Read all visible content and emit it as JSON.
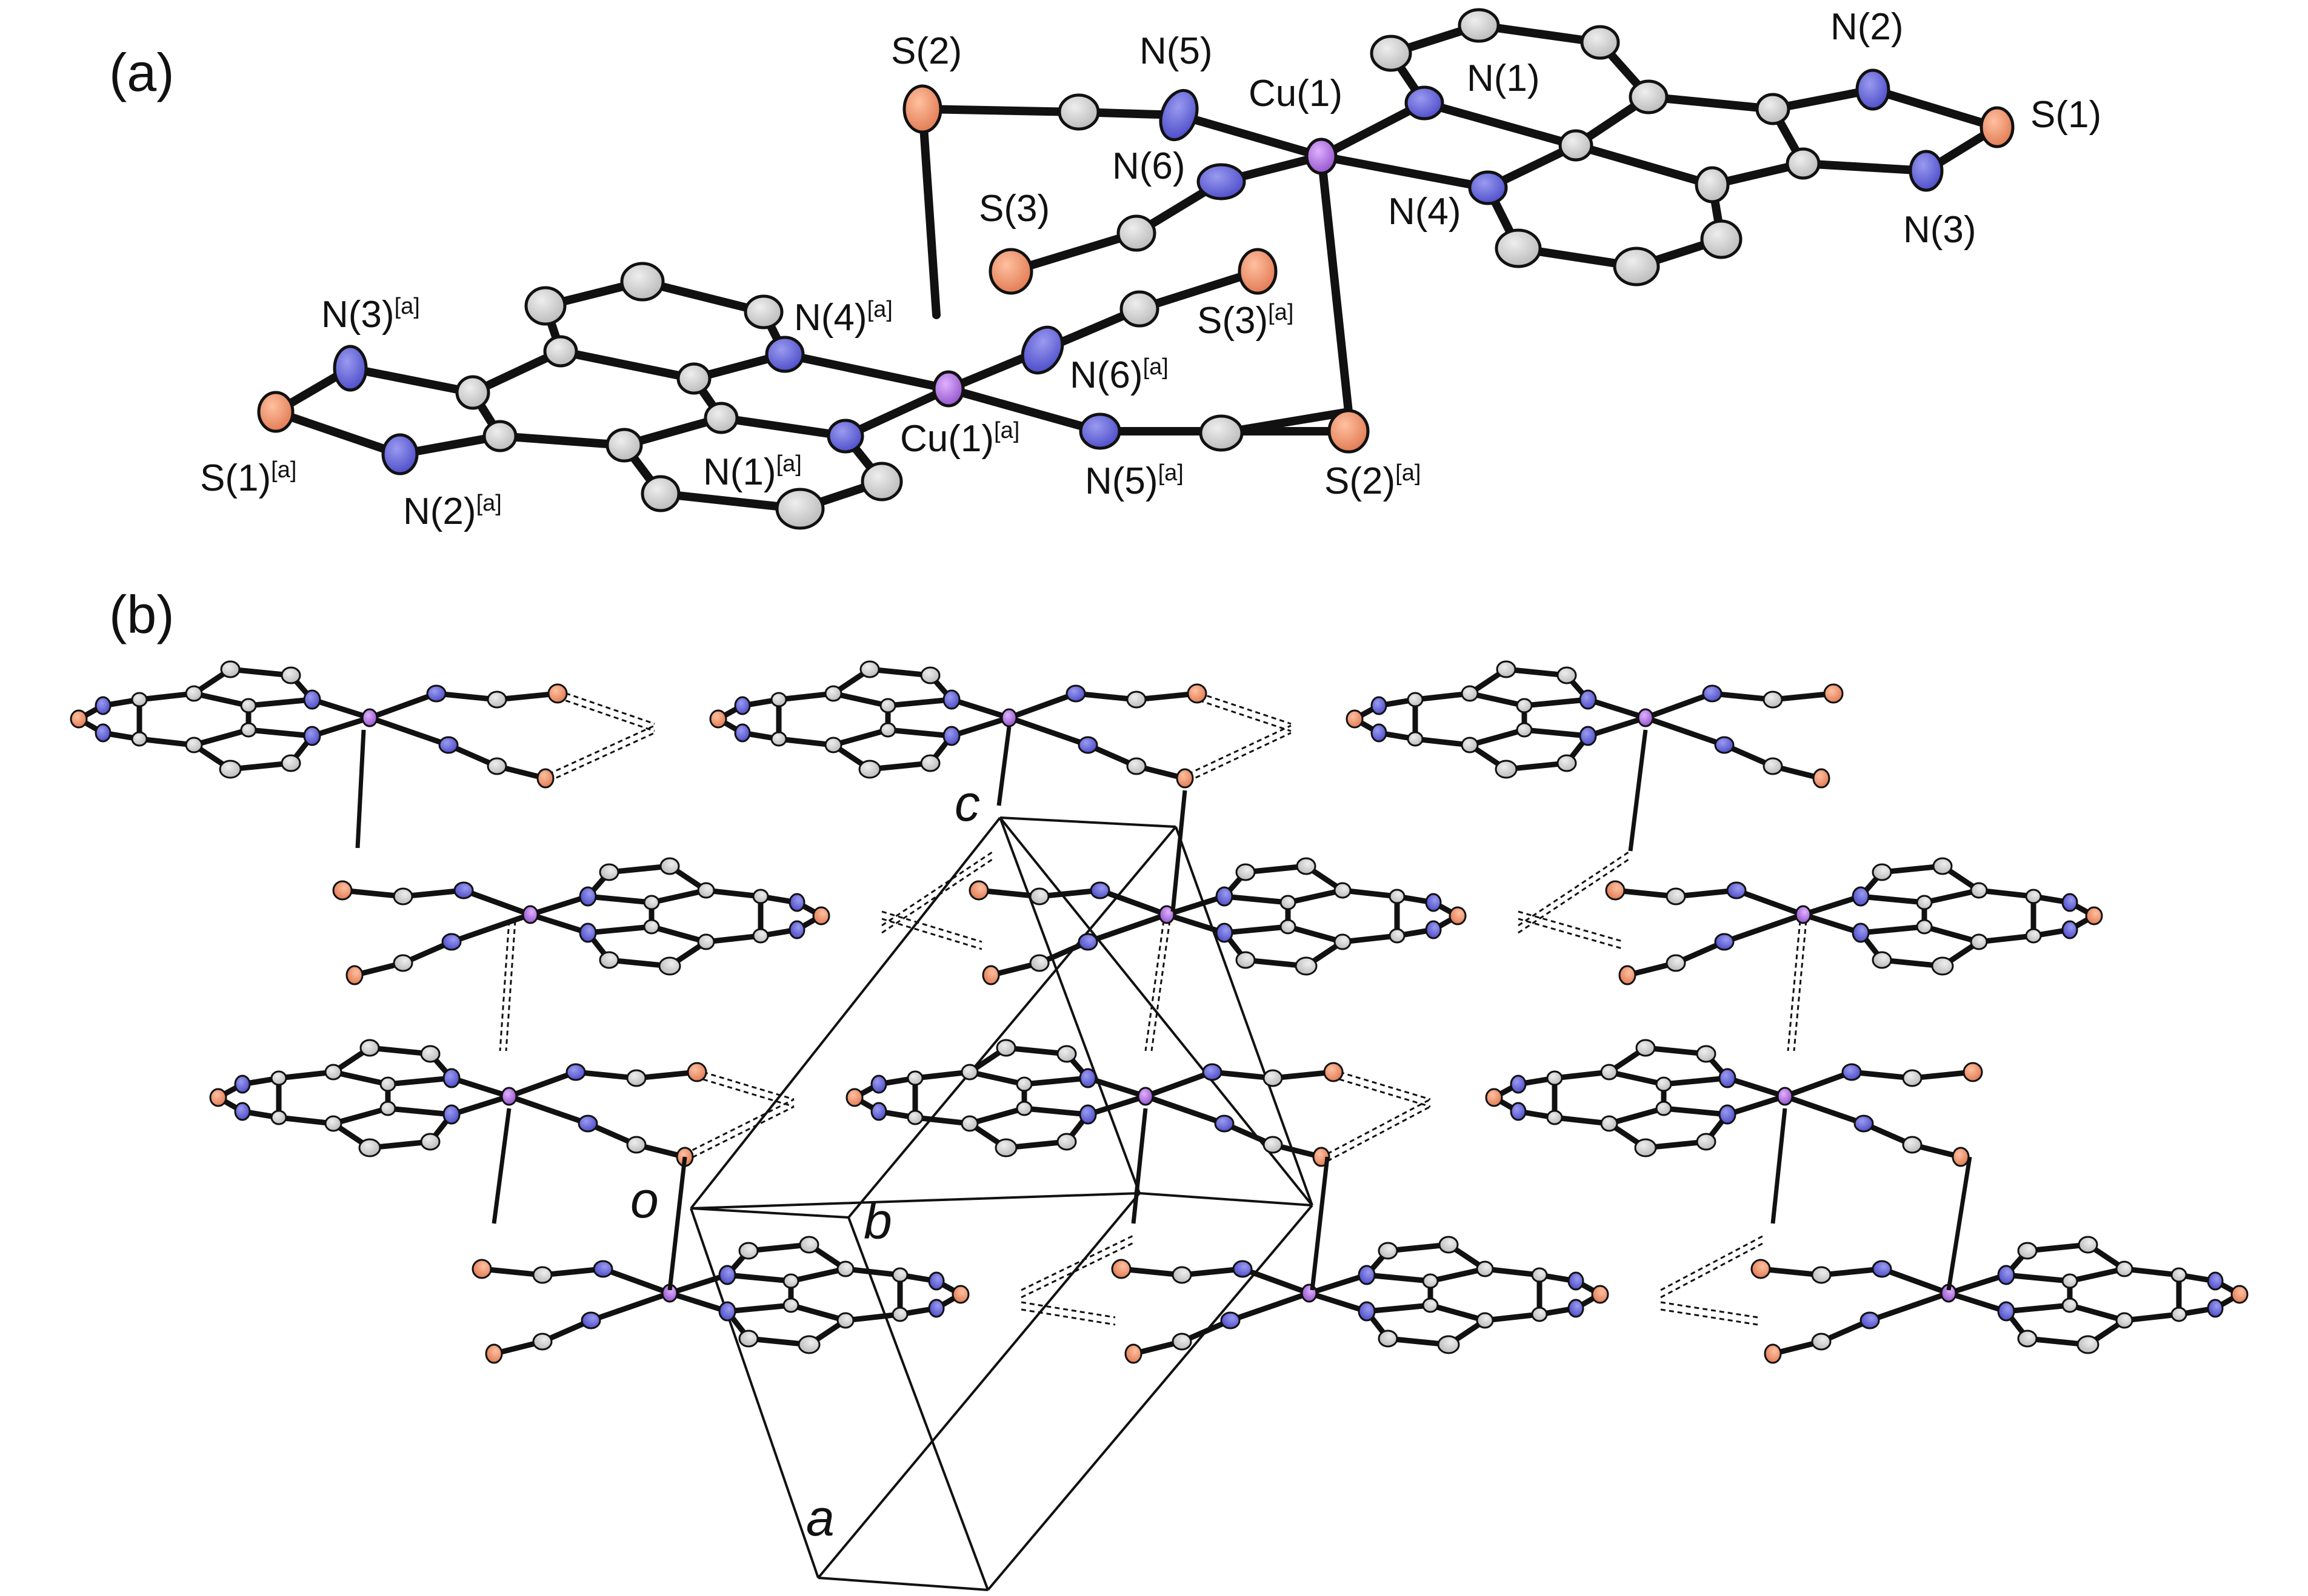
{
  "panels": {
    "a": {
      "label": "(a)"
    },
    "b": {
      "label": "(b)"
    }
  },
  "atom_labels": {
    "S2": {
      "text": "S(2)"
    },
    "N5": {
      "text": "N(5)"
    },
    "Cu1": {
      "text": "Cu(1)"
    },
    "N1": {
      "text": "N(1)"
    },
    "N2": {
      "text": "N(2)"
    },
    "S1": {
      "text": "S(1)"
    },
    "N6": {
      "text": "N(6)"
    },
    "S3": {
      "text": "S(3)"
    },
    "N4": {
      "text": "N(4)"
    },
    "N3": {
      "text": "N(3)"
    },
    "N3a": {
      "text": "N(3)",
      "sup": "[a]"
    },
    "N4a": {
      "text": "N(4)",
      "sup": "[a]"
    },
    "S3a": {
      "text": "S(3)",
      "sup": "[a]"
    },
    "N6a": {
      "text": "N(6)",
      "sup": "[a]"
    },
    "S1a": {
      "text": "S(1)",
      "sup": "[a]"
    },
    "Cu1a": {
      "text": "Cu(1)",
      "sup": "[a]"
    },
    "N1a": {
      "text": "N(1)",
      "sup": "[a]"
    },
    "N2a": {
      "text": "N(2)",
      "sup": "[a]"
    },
    "N5a": {
      "text": "N(5)",
      "sup": "[a]"
    },
    "S2a": {
      "text": "S(2)",
      "sup": "[a]"
    }
  },
  "axes": {
    "c": "c",
    "o": "o",
    "b": "b",
    "a": "a"
  },
  "colors": {
    "carbon": "#c8c8c8",
    "nitrogen": "#6b6bdc",
    "sulfur": "#f0906a",
    "copper": "#b070d8",
    "bond": "#111111"
  }
}
